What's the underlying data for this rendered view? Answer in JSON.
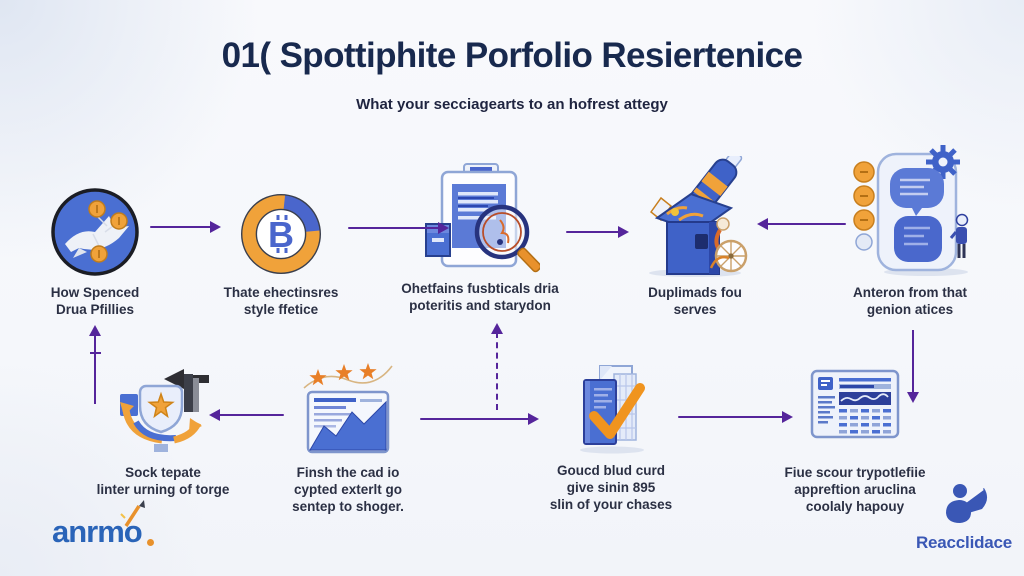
{
  "header": {
    "title": "01( Spottiphite Porfolio Resiertenice",
    "subtitle": "What your secciagearts to an hofrest attegy"
  },
  "steps": {
    "top": [
      {
        "icon": "whale-coins-icon",
        "lines": [
          "How Spenced",
          "Drua Pfillies"
        ]
      },
      {
        "icon": "bitcoin-donut-icon",
        "lines": [
          "Thate ehectinsres",
          "style ffetice"
        ]
      },
      {
        "icon": "document-magnifier-icon",
        "lines": [
          "Ohetfains fusbticals dria",
          "poteritis and starydon"
        ]
      },
      {
        "icon": "box-bottle-icon",
        "lines": [
          "Duplimads fou",
          "serves"
        ]
      },
      {
        "icon": "card-gear-icon",
        "lines": [
          "Anteron from that",
          "genion atices"
        ]
      }
    ],
    "bottom": [
      {
        "icon": "shield-star-icon",
        "lines": [
          "Sock tepate",
          "linter urning of torge"
        ]
      },
      {
        "icon": "chart-stars-icon",
        "lines": [
          "Finsh the cad io",
          "cypted exterlt go",
          "sentep to shoger."
        ]
      },
      {
        "icon": "check-documents-icon",
        "lines": [
          "Goucd blud curd",
          "give sinin 895",
          "slin of your chases"
        ]
      },
      {
        "icon": "dashboard-table-icon",
        "lines": [
          "Fiue scour trypotlefiie",
          "appreftion aruclina",
          "coolaly hapouy"
        ]
      }
    ]
  },
  "icons": {
    "bitcoin_letter": "B"
  },
  "footer": {
    "logo_text": "anrmo",
    "brand_text": "Reacclidace"
  },
  "colors": {
    "accent_purple": "#55259b",
    "title_navy": "#18294e",
    "caption_text": "#2b3044",
    "primary_blue": "#4a6fd2",
    "accent_orange": "#f0a23a",
    "logo_blue": "#2a64b8",
    "brand_blue": "#3a57b5",
    "background": "#f6f7fb"
  }
}
